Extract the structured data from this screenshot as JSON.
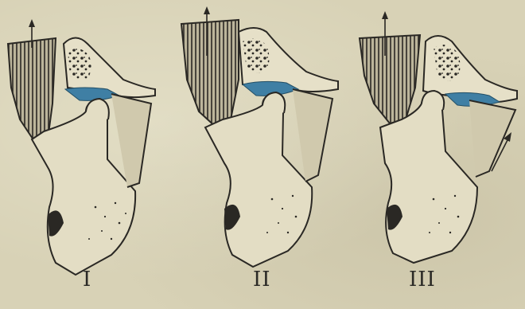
{
  "figure": {
    "panels": [
      {
        "id": "p1",
        "label": "I"
      },
      {
        "id": "p2",
        "label": "II"
      },
      {
        "id": "p3",
        "label": "III"
      }
    ]
  }
}
